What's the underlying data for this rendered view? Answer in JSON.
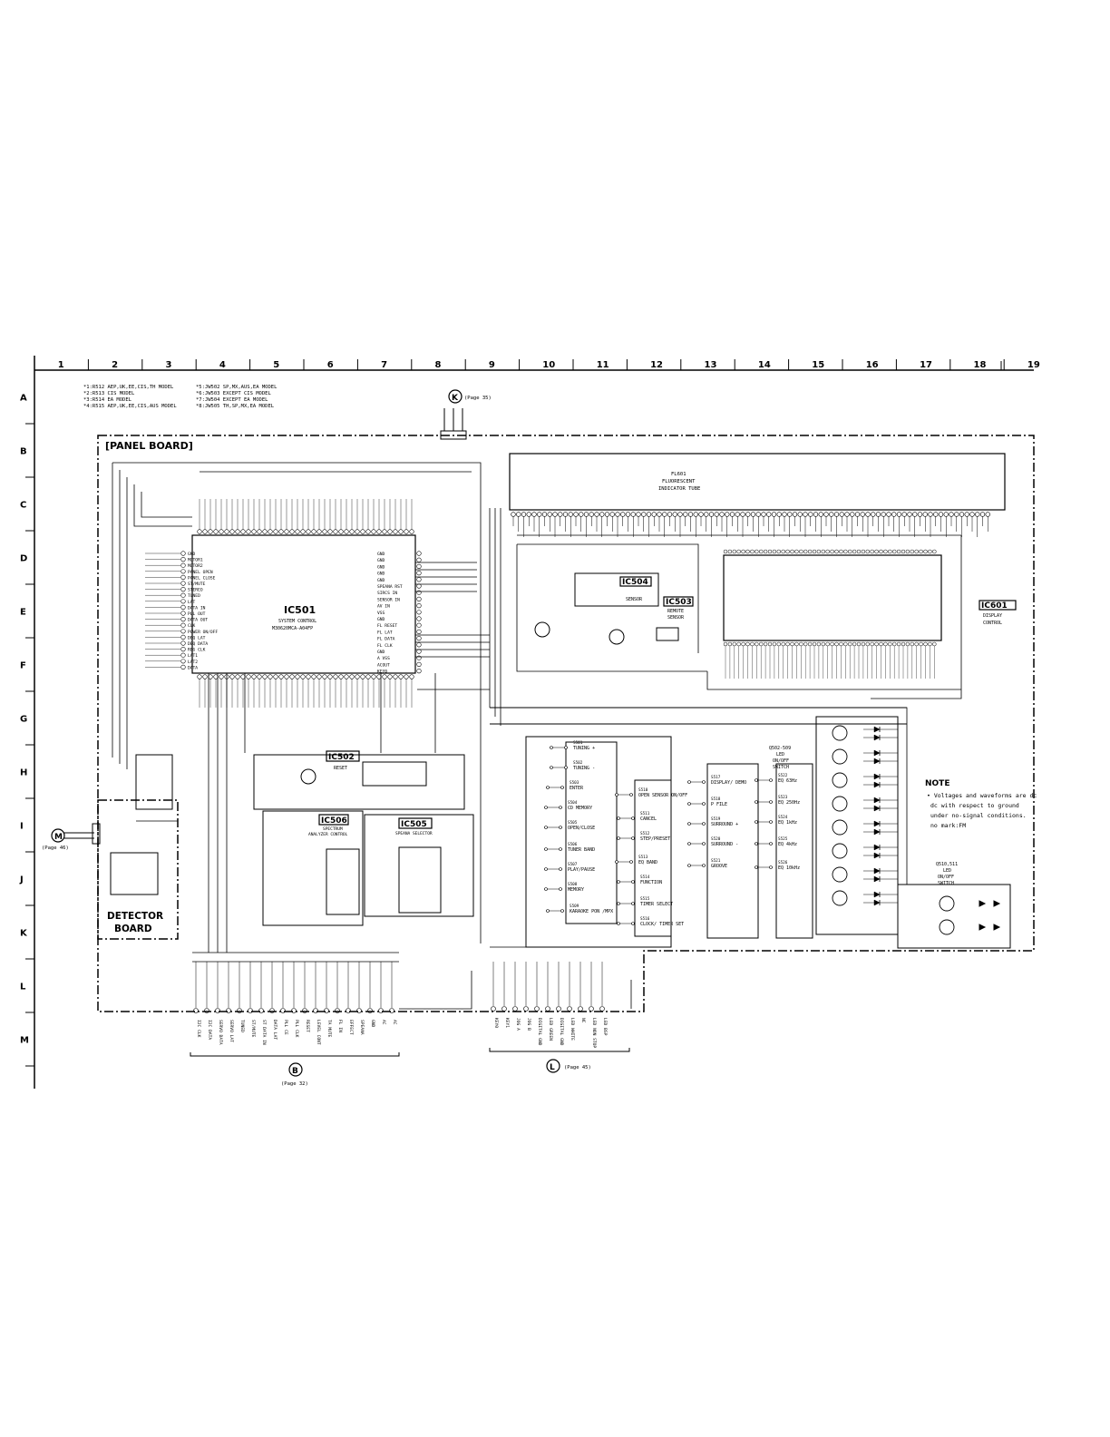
{
  "grid": {
    "columns": [
      "1",
      "2",
      "3",
      "4",
      "5",
      "6",
      "7",
      "8",
      "9",
      "10",
      "11",
      "12",
      "13",
      "14",
      "15",
      "16",
      "17",
      "18",
      "19"
    ],
    "rows": [
      "A",
      "B",
      "C",
      "D",
      "E",
      "F",
      "G",
      "H",
      "I",
      "J",
      "K",
      "L",
      "M"
    ]
  },
  "model_notes": [
    "*1:R512  AEP,UK,EE,CIS,TH MODEL",
    "*2:R513  CIS MODEL",
    "*3:R514  EA MODEL",
    "*4:R515  AEP,UK,EE,CIS,AUS MODEL",
    "*5:JW502  SP,MX,AUS,EA MODEL",
    "*6:JW503  EXCEPT CIS MODEL",
    "*7:JW504  EXCEPT EA MODEL",
    "*8:JW505  TH,SP,MX,EA MODEL"
  ],
  "boards": {
    "panel": "[PANEL BOARD]",
    "detector_line1": "DETECTOR",
    "detector_line2": "BOARD"
  },
  "ics": [
    {
      "id": "IC501",
      "line1": "SYSTEM CONTROL",
      "line2": "M30620MCA-A04FP"
    },
    {
      "id": "IC502",
      "line1": "RESET",
      "line2": ""
    },
    {
      "id": "IC503",
      "line1": "REMOTE",
      "line2": "SENSOR"
    },
    {
      "id": "IC504",
      "line1": "SENSOR",
      "line2": ""
    },
    {
      "id": "IC505",
      "line1": "SPEANA SELECTOR",
      "line2": ""
    },
    {
      "id": "IC506",
      "line1": "SPECTRUM",
      "line2": "ANALYZER CONTROL"
    },
    {
      "id": "IC601",
      "line1": "DISPLAY",
      "line2": "CONTROL"
    }
  ],
  "fl_tube": {
    "ref": "FL601",
    "line1": "FLUORESCENT",
    "line2": "INDICATOR TUBE"
  },
  "connectors": [
    {
      "letter": "K",
      "page": "(Page 35)"
    },
    {
      "letter": "M",
      "page": "(Page 46)"
    },
    {
      "letter": "B",
      "page": "(Page 32)"
    },
    {
      "letter": "L",
      "page": "(Page 45)"
    }
  ],
  "ic501_left_pins": [
    "GND",
    "MOTOR1",
    "MOTOR2",
    "PANEL OPEN",
    "PANEL CLOSE",
    "ST/MUTE",
    "STEREO",
    "TUNED",
    "LAT",
    "DATA IN",
    "PLL OUT",
    "DATA OUT",
    "CLK",
    "POWER ON/OFF",
    "DEQ LAT",
    "DEQ DATA",
    "REG CLK",
    "LAT1",
    "LAT2",
    "DATA"
  ],
  "ic501_right_pins": [
    "GND",
    "GND",
    "GND",
    "GND",
    "GND",
    "SPEANA RST",
    "SIRCS IN",
    "SENSOR IN",
    "AV IN",
    "VSS",
    "GND",
    "FL RESET",
    "FL LAT",
    "FL DATA",
    "FL CLK",
    "GND",
    "A VSS",
    "ACOUT",
    "KEY0"
  ],
  "switches": [
    {
      "ref": "S501",
      "label": "TUNING +"
    },
    {
      "ref": "S502",
      "label": "TUNING -"
    },
    {
      "ref": "S503",
      "label": "ENTER"
    },
    {
      "ref": "S504",
      "label": "CD MEMORY"
    },
    {
      "ref": "S505",
      "label": "OPEN/CLOSE"
    },
    {
      "ref": "S506",
      "label": "TUNER BAND"
    },
    {
      "ref": "S507",
      "label": "PLAY/PAUSE"
    },
    {
      "ref": "S508",
      "label": "MEMORY"
    },
    {
      "ref": "S509",
      "label": "KARAOKE PON /MPX"
    },
    {
      "ref": "S510",
      "label": "OPEN SENSOR ON/OFF"
    },
    {
      "ref": "S511",
      "label": "CANCEL"
    },
    {
      "ref": "S512",
      "label": "STEP/PRESET"
    },
    {
      "ref": "S513",
      "label": "EQ BAND"
    },
    {
      "ref": "S514",
      "label": "FUNCTION"
    },
    {
      "ref": "S515",
      "label": "TIMER SELECT"
    },
    {
      "ref": "S516",
      "label": "CLOCK/ TIMER SET"
    },
    {
      "ref": "S517",
      "label": "DISPLAY/ DEMO"
    },
    {
      "ref": "S518",
      "label": "P FILE"
    },
    {
      "ref": "S519",
      "label": "SURROUND +"
    },
    {
      "ref": "S520",
      "label": "SURROUND -"
    },
    {
      "ref": "S521",
      "label": "GROOVE"
    },
    {
      "ref": "S522",
      "label": "EQ 63Hz"
    },
    {
      "ref": "S523",
      "label": "EQ 250Hz"
    },
    {
      "ref": "S524",
      "label": "EQ 1kHz"
    },
    {
      "ref": "S525",
      "label": "EQ 4kHz"
    },
    {
      "ref": "S526",
      "label": "EQ 10kHz"
    }
  ],
  "led_switch": {
    "refs": "Q502-509",
    "line1": "LED",
    "line2": "ON/OFF",
    "line3": "SWITCH"
  },
  "led_switch2": {
    "refs": "Q510,511",
    "line1": "LED",
    "line2": "ON/OFF",
    "line3": "SWITCH"
  },
  "note": {
    "title": "NOTE",
    "lines": [
      "• Voltages and waveforms are dc",
      "dc with respect to ground",
      "under no-signal conditions.",
      "no mark:FM"
    ]
  },
  "bottom_left_pins": [
    "I2C CLK",
    "I2C DATA",
    "SERVO DATA",
    "SERVO LAT",
    "TUNED",
    "ST/MUTE",
    "ST DATA IN",
    "DATA LAT",
    "PLL CE",
    "PLL CLK",
    "RESET",
    "LEVEL CONT",
    "TA MUTE",
    "FL IN",
    "EFFECT",
    "SPEANA",
    "GND",
    "AC",
    "AC"
  ],
  "bottom_right_pins": [
    "KEY0",
    "KEY1",
    "JOG A",
    "JOG B",
    "DIGITAL GND",
    "LED GREEN",
    "DIGITAL GND",
    "LED WHITE",
    "NC",
    "LED NON STOP",
    "LED BSP"
  ]
}
